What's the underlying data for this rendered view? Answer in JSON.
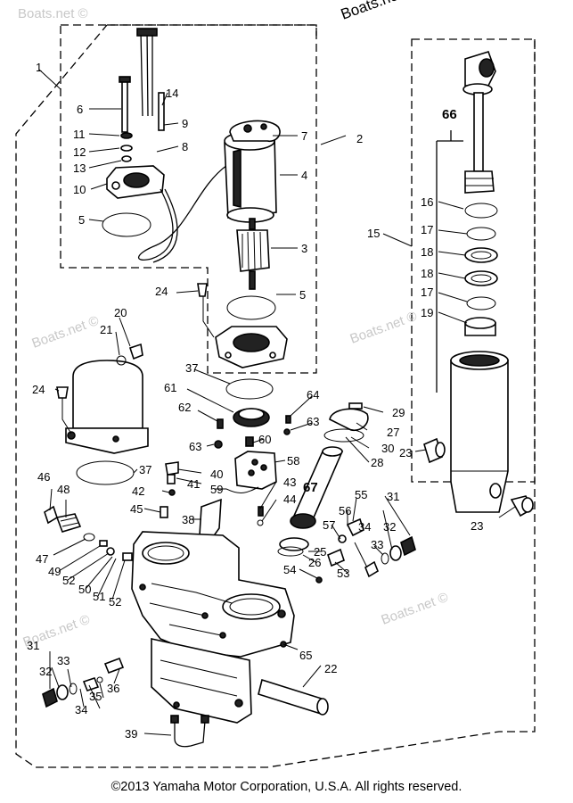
{
  "watermarks": {
    "top_right": "Boats.net",
    "faint": "Boats.net ©"
  },
  "callouts": {
    "c1": "1",
    "c2": "2",
    "c3": "3",
    "c4": "4",
    "c5": "5",
    "c6": "6",
    "c7": "7",
    "c8": "8",
    "c9": "9",
    "c10": "10",
    "c11": "11",
    "c12": "12",
    "c13": "13",
    "c14": "14",
    "c15": "15",
    "c16": "16",
    "c17": "17",
    "c18": "18",
    "c19": "19",
    "c20": "20",
    "c21": "21",
    "c22": "22",
    "c23": "23",
    "c24": "24",
    "c25": "25",
    "c26": "26",
    "c27": "27",
    "c28": "28",
    "c29": "29",
    "c30": "30",
    "c31": "31",
    "c32": "32",
    "c33": "33",
    "c34": "34",
    "c35": "35",
    "c36": "36",
    "c37": "37",
    "c38": "38",
    "c39": "39",
    "c40": "40",
    "c41": "41",
    "c42": "42",
    "c43": "43",
    "c44": "44",
    "c45": "45",
    "c46": "46",
    "c47": "47",
    "c48": "48",
    "c49": "49",
    "c50": "50",
    "c51": "51",
    "c52": "52",
    "c53": "53",
    "c54": "54",
    "c55": "55",
    "c56": "56",
    "c57": "57",
    "c58": "58",
    "c59": "59",
    "c60": "60",
    "c61": "61",
    "c62": "62",
    "c63": "63",
    "c64": "64",
    "c65": "65",
    "c66": "66",
    "c67": "67"
  },
  "copyright": "©2013 Yamaha Motor Corporation, U.S.A. All rights reserved."
}
